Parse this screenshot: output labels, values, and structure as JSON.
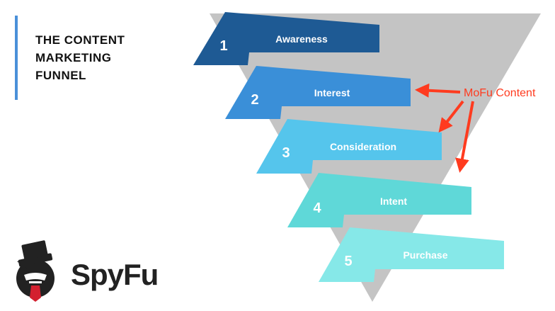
{
  "title_lines": [
    "THE CONTENT",
    "MARKETING",
    "FUNNEL"
  ],
  "stages": [
    {
      "number": "1",
      "label": "Awareness",
      "color": "#1e5a94"
    },
    {
      "number": "2",
      "label": "Interest",
      "color": "#3a8fd8"
    },
    {
      "number": "3",
      "label": "Consideration",
      "color": "#55c5ec"
    },
    {
      "number": "4",
      "label": "Intent",
      "color": "#5fd8d8"
    },
    {
      "number": "5",
      "label": "Purchase",
      "color": "#86e8e8"
    }
  ],
  "callout": {
    "label": "MoFu Content",
    "color": "#ff3b1f"
  },
  "funnel_color": "#c4c4c4",
  "logo": {
    "text": "SpyFu"
  }
}
